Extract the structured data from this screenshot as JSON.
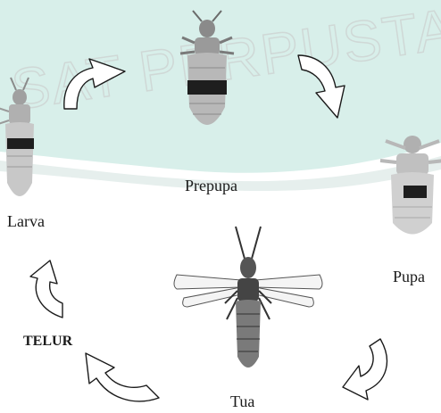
{
  "stages": {
    "prepupa": "Prepupa",
    "larva": "Larva",
    "pupa": "Pupa",
    "telur": "TELUR",
    "tua": "Tua"
  },
  "watermark": "SAT PERPUSTAKAAN",
  "colors": {
    "band": "#d8efea",
    "band_edge": "#c9e4dd",
    "arrow_fill": "#ffffff",
    "arrow_stroke": "#1a1a1a",
    "insect": "#6a6a6a",
    "insect_dark": "#1e1e1e",
    "watermark": "#cfd8d6"
  }
}
